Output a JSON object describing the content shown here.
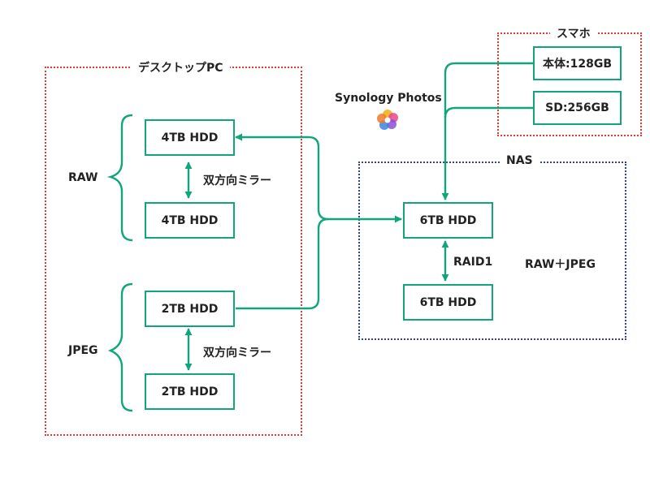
{
  "groups": {
    "desktop_pc": "デスクトップPC",
    "phone": "スマホ",
    "nas": "NAS"
  },
  "nodes": {
    "raw_hdd_1": "4TB HDD",
    "raw_hdd_2": "4TB HDD",
    "jpeg_hdd_1": "2TB HDD",
    "jpeg_hdd_2": "2TB HDD",
    "nas_hdd_1": "6TB HDD",
    "nas_hdd_2": "6TB HDD",
    "phone_main": "本体:128GB",
    "phone_sd": "SD:256GB"
  },
  "labels": {
    "raw": "RAW",
    "jpeg": "JPEG",
    "mirror_raw": "双方向ミラー",
    "mirror_jpeg": "双方向ミラー",
    "raid": "RAID1",
    "nas_content": "RAW＋JPEG",
    "app": "Synology Photos"
  },
  "colors": {
    "connector": "#12a57b",
    "group_border_red": "#e8372f",
    "group_border_blue": "#2f3fa8"
  },
  "icons": {
    "app_icon": "synology-photos-flower-icon"
  }
}
